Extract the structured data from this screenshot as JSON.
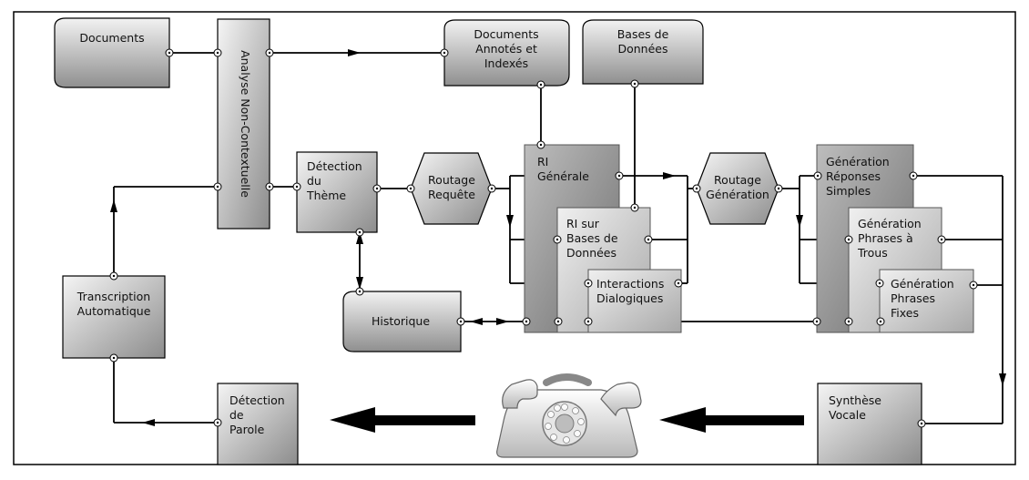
{
  "nodes": {
    "documents": [
      "Documents"
    ],
    "analyse": "Analyse Non-Contextuelle",
    "docs_annotes": [
      "Documents",
      "Annotés et",
      "Indexés"
    ],
    "bases": [
      "Bases de",
      "Données"
    ],
    "detection_theme": [
      "Détection",
      "du",
      "Thème"
    ],
    "routage_requete": [
      "Routage",
      "Requête"
    ],
    "ri_generale": [
      "RI",
      "Générale"
    ],
    "ri_bases": [
      "RI sur",
      "Bases de",
      "Données"
    ],
    "interactions": [
      "Interactions",
      "Dialogiques"
    ],
    "routage_generation": [
      "Routage",
      "Génération"
    ],
    "gen_simples": [
      "Génération",
      "Réponses",
      "Simples"
    ],
    "gen_trous": [
      "Génération",
      "Phrases à",
      "Trous"
    ],
    "gen_fixes": [
      "Génération",
      "Phrases",
      "Fixes"
    ],
    "historique": [
      "Historique"
    ],
    "transcription": [
      "Transcription",
      "Automatique"
    ],
    "detection_parole": [
      "Détection",
      "de",
      "Parole"
    ],
    "synthese": [
      "Synthèse",
      "Vocale"
    ]
  },
  "icons": [
    "telephone-icon"
  ],
  "colors": {
    "box_light": "#f2f2f2",
    "box_dark": "#8f8f8f",
    "panel": "#9a9a9a",
    "line": "#000000"
  }
}
